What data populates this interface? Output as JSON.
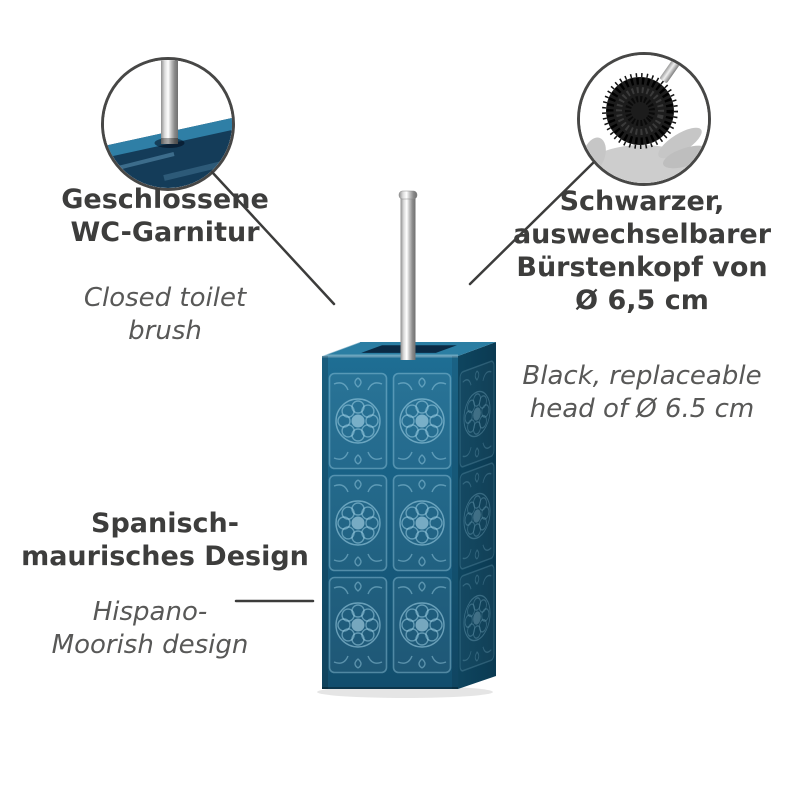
{
  "colors": {
    "title_text": "#3d3d3c",
    "subtitle_text": "#585857",
    "leader_line": "#3c3c3b",
    "holder_teal": "#175d80",
    "holder_teal_dark": "#0d4260",
    "holder_top_rim": "#2b7ea3",
    "opening_navy": "#0a2a44",
    "brush_head_black": "#1c1c1c"
  },
  "insets": {
    "closed_lid": {
      "name": "closed-lid-zoom"
    },
    "brush_head": {
      "name": "brush-head-zoom"
    }
  },
  "callouts": {
    "closed": {
      "title": "Geschlossene\nWC-Garnitur",
      "subtitle": "Closed toilet\nbrush"
    },
    "head": {
      "title": "Schwarzer,\nauswechselbarer\nBürstenkopf von\nØ 6,5 cm",
      "subtitle": "Black, replaceable\nhead of Ø 6.5 cm"
    },
    "design": {
      "title": "Spanisch-\nmaurisches Design",
      "subtitle": "Hispano-\nMoorish design"
    }
  }
}
